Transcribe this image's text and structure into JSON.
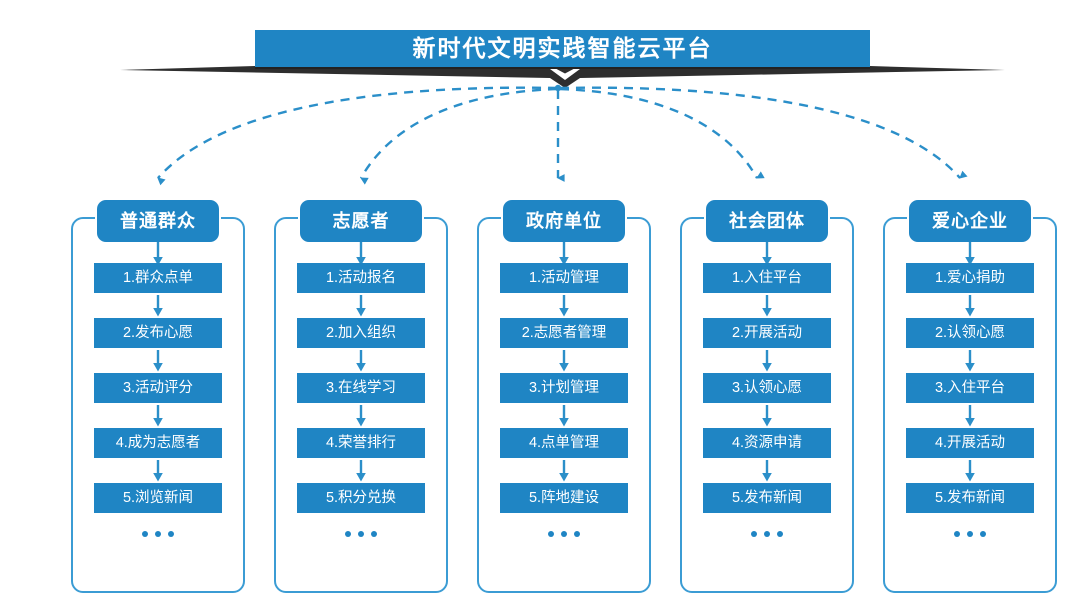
{
  "banner": {
    "title": "新时代文明实践智能云平台",
    "bar_color": "#1f85c4",
    "ribbon_color": "#2e2e2e",
    "chevron_color": "#ffffff"
  },
  "theme": {
    "primary": "#1f85c4",
    "border": "#3b9cd4",
    "arrow": "#2b8fc9",
    "dashed_arrow": "#2b8fc9",
    "text_on_primary": "#ffffff",
    "background": "#ffffff"
  },
  "columns": [
    {
      "header": "普通群众",
      "steps": [
        "1.群众点单",
        "2.发布心愿",
        "3.活动评分",
        "4.成为志愿者",
        "5.浏览新闻"
      ],
      "more": "..."
    },
    {
      "header": "志愿者",
      "steps": [
        "1.活动报名",
        "2.加入组织",
        "3.在线学习",
        "4.荣誉排行",
        "5.积分兑换"
      ],
      "more": "..."
    },
    {
      "header": "政府单位",
      "steps": [
        "1.活动管理",
        "2.志愿者管理",
        "3.计划管理",
        "4.点单管理",
        "5.阵地建设"
      ],
      "more": "..."
    },
    {
      "header": "社会团体",
      "steps": [
        "1.入住平台",
        "2.开展活动",
        "3.认领心愿",
        "4.资源申请",
        "5.发布新闻"
      ],
      "more": "..."
    },
    {
      "header": "爱心企业",
      "steps": [
        "1.爱心捐助",
        "2.认领心愿",
        "3.入住平台",
        "4.开展活动",
        "5.发布新闻"
      ],
      "more": "..."
    }
  ],
  "connectors": {
    "origin_label": "platform-hub",
    "targets": [
      "普通群众",
      "志愿者",
      "政府单位",
      "社会团体",
      "爱心企业"
    ],
    "style": "dashed-curved-arrow"
  }
}
